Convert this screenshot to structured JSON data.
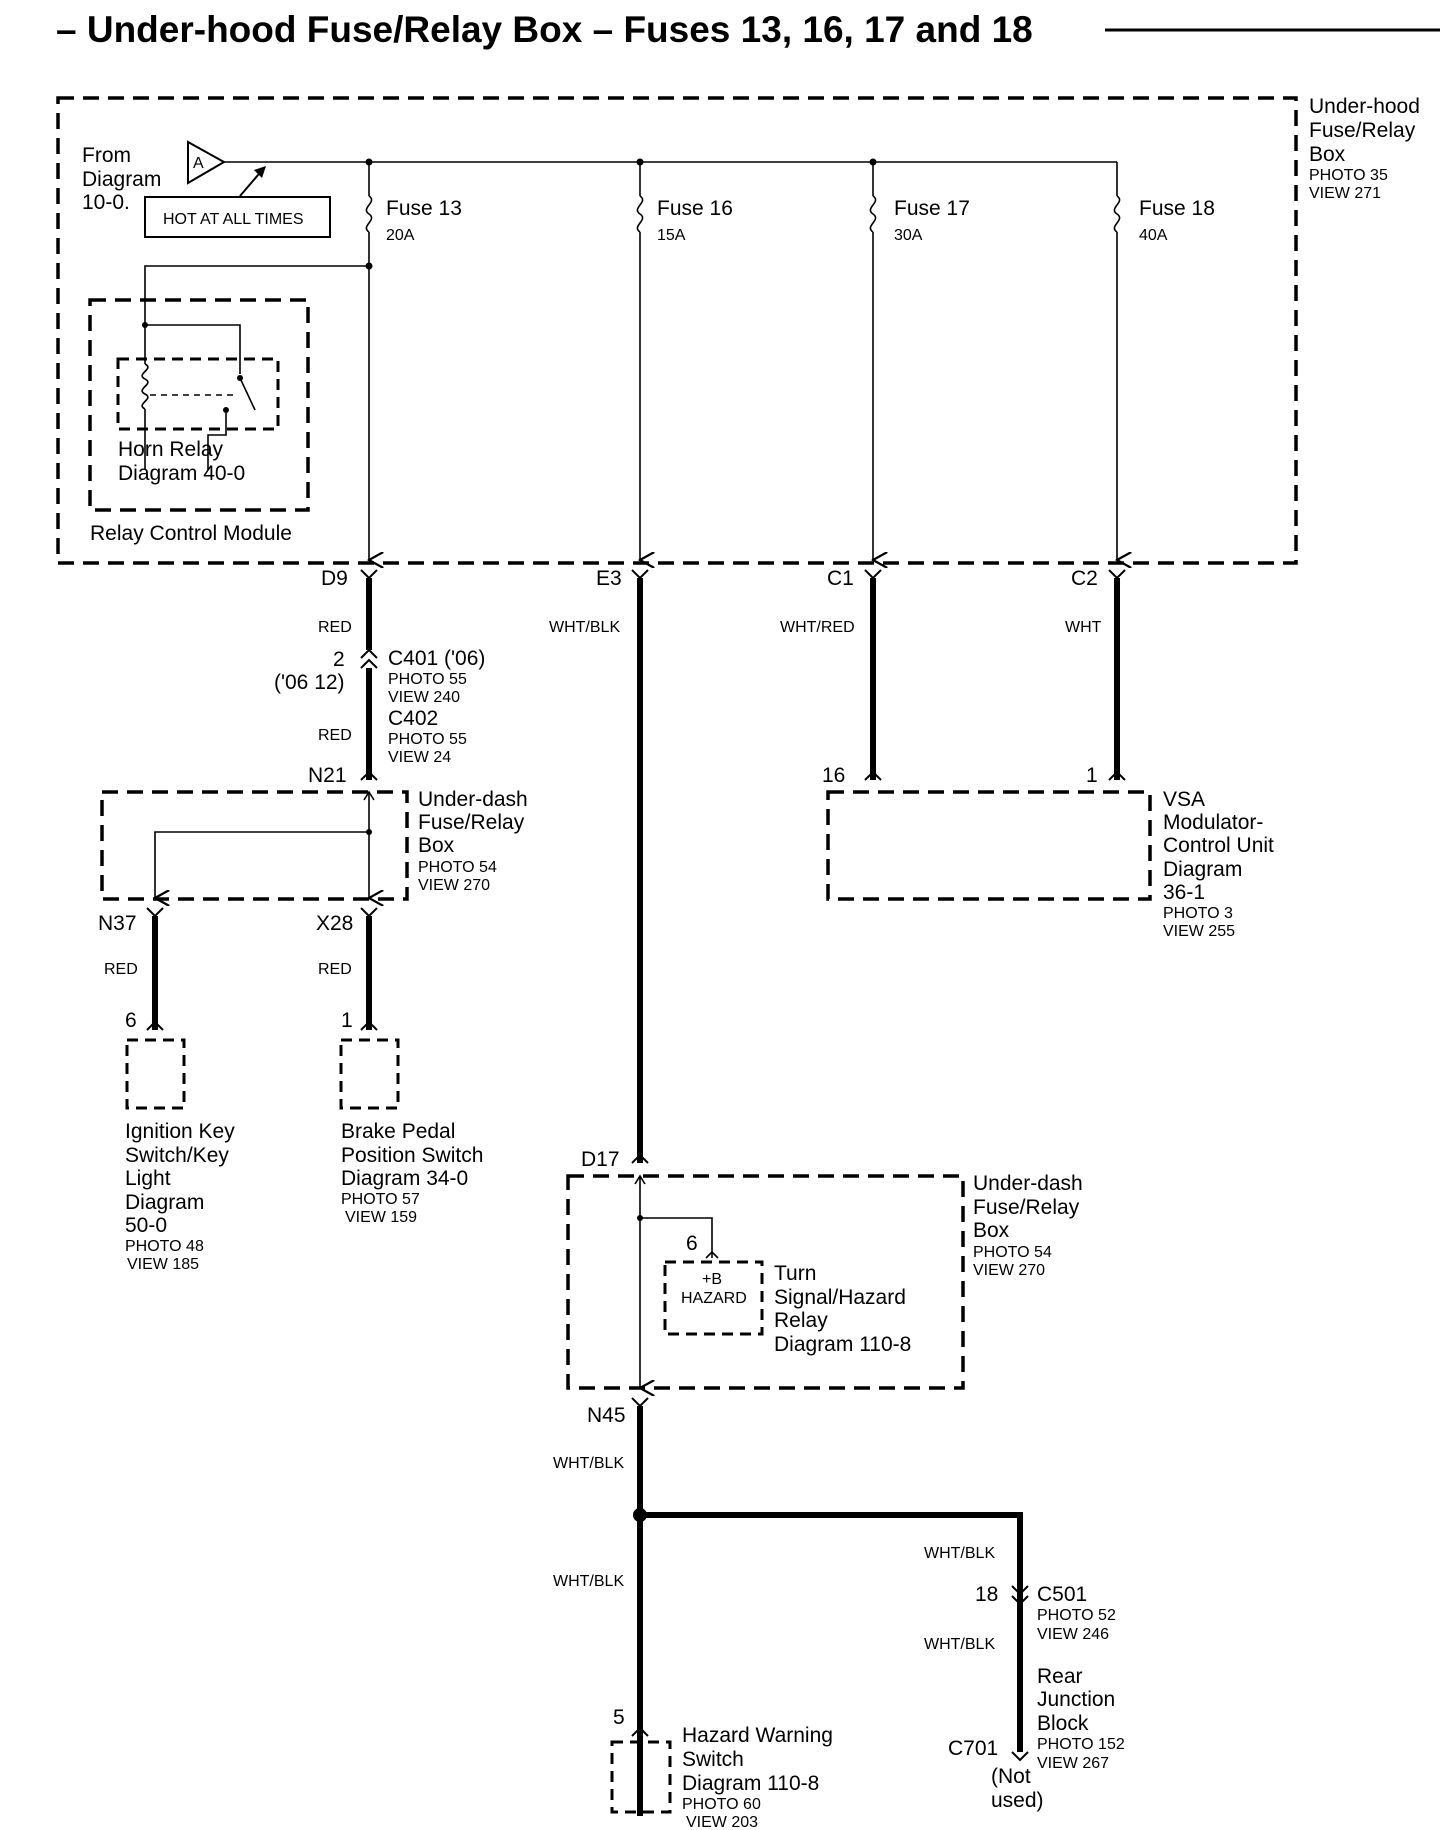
{
  "title": "– Under-hood Fuse/Relay Box – Fuses 13, 16, 17 and 18",
  "underhood_box": {
    "name_lines": [
      "Under-hood",
      "Fuse/Relay",
      "Box"
    ],
    "photo": "PHOTO 35",
    "view": "VIEW 271"
  },
  "from_diagram": {
    "lines": [
      "From",
      "Diagram",
      "10-0."
    ],
    "connector": "A",
    "hot_label": "HOT AT ALL TIMES"
  },
  "fuses": [
    {
      "name": "Fuse 13",
      "rating": "20A",
      "terminal": "D9",
      "wire": "RED"
    },
    {
      "name": "Fuse 16",
      "rating": "15A",
      "terminal": "E3",
      "wire": "WHT/BLK"
    },
    {
      "name": "Fuse 17",
      "rating": "30A",
      "terminal": "C1",
      "wire": "WHT/RED"
    },
    {
      "name": "Fuse 18",
      "rating": "40A",
      "terminal": "C2",
      "wire": "WHT"
    }
  ],
  "horn_relay": {
    "lines": [
      "Horn Relay",
      "Diagram 40-0"
    ]
  },
  "relay_control_module": "Relay Control Module",
  "c401": {
    "pin": "2",
    "pin_alt": "('06 12)",
    "name": "C401 ('06)",
    "photo": "PHOTO 55",
    "view": "VIEW 240",
    "name2": "C402",
    "photo2": "PHOTO 55",
    "view2": "VIEW 24",
    "wire_below": "RED"
  },
  "underdash_box_left": {
    "terminal_in": "N21",
    "name_lines": [
      "Under-dash",
      "Fuse/Relay",
      "Box"
    ],
    "photo": "PHOTO 54",
    "view": "VIEW 270",
    "terminal_out1": "N37",
    "terminal_out2": "X28",
    "wire_out1": "RED",
    "wire_out2": "RED"
  },
  "ignition": {
    "pin": "6",
    "lines": [
      "Ignition Key",
      "Switch/Key",
      "Light",
      "Diagram",
      "50-0"
    ],
    "photo": "PHOTO 48",
    "view": "VIEW 185"
  },
  "brake": {
    "pin": "1",
    "lines": [
      "Brake Pedal",
      "Position Switch",
      "Diagram 34-0"
    ],
    "photo": "PHOTO 57",
    "view": "VIEW 159"
  },
  "vsa": {
    "pin1": "16",
    "pin2": "1",
    "lines": [
      "VSA",
      "Modulator-",
      "Control Unit",
      "Diagram",
      "36-1"
    ],
    "photo": "PHOTO 3",
    "view": "VIEW 255"
  },
  "underdash_box_mid": {
    "terminal_in": "D17",
    "name_lines": [
      "Under-dash",
      "Fuse/Relay",
      "Box"
    ],
    "photo": "PHOTO 54",
    "view": "VIEW 270",
    "terminal_out": "N45",
    "wire_out": "WHT/BLK"
  },
  "turn_relay": {
    "pin": "6",
    "inner1": "+B",
    "inner2": "HAZARD",
    "lines": [
      "Turn",
      "Signal/Hazard",
      "Relay",
      "Diagram 110-8"
    ]
  },
  "branch": {
    "wire_left": "WHT/BLK",
    "wire_right1": "WHT/BLK",
    "wire_right2": "WHT/BLK"
  },
  "c501": {
    "pin": "18",
    "name": "C501",
    "photo": "PHOTO 52",
    "view": "VIEW 246"
  },
  "rear_junction": {
    "lines": [
      "Rear",
      "Junction",
      "Block"
    ],
    "photo": "PHOTO 152",
    "view": "VIEW 267",
    "connector": "C701",
    "note_lines": [
      "(Not",
      "used)"
    ]
  },
  "hazard_switch": {
    "pin": "5",
    "lines": [
      "Hazard Warning",
      "Switch",
      "Diagram 110-8"
    ],
    "photo": "PHOTO 60",
    "view": "VIEW 203"
  }
}
